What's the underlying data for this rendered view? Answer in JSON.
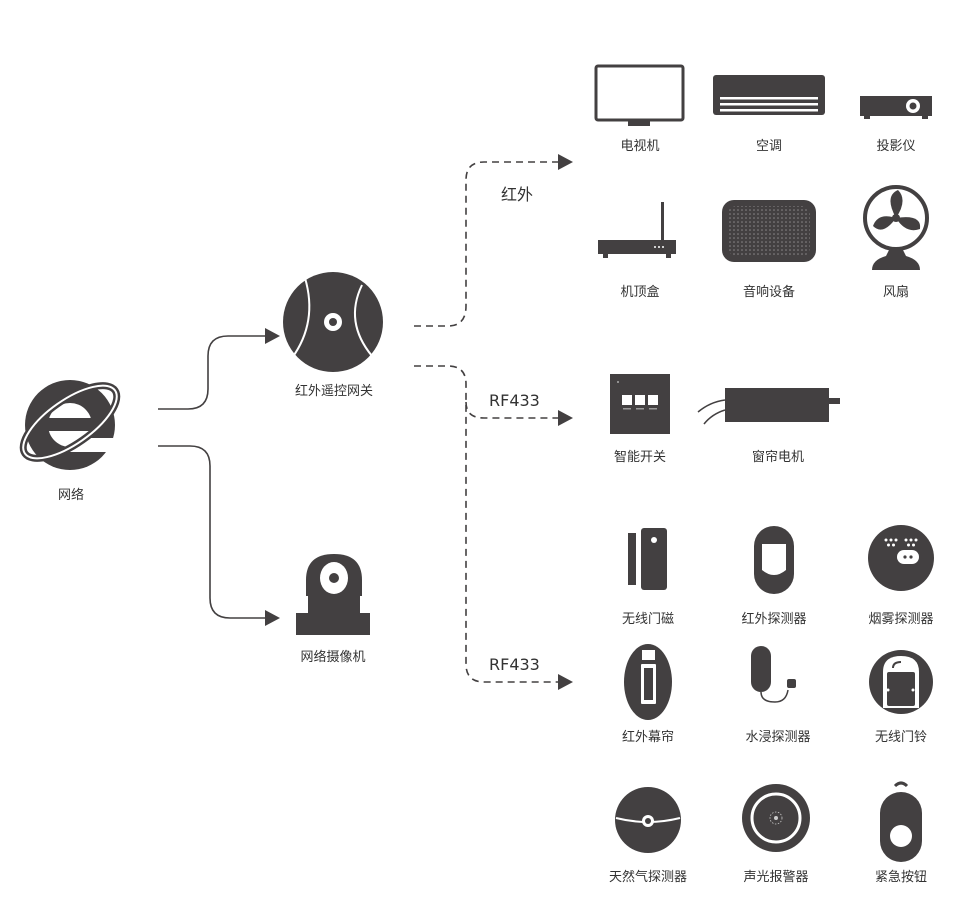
{
  "colors": {
    "icon": "#434041",
    "line": "#434041",
    "text": "#333333"
  },
  "nodes": {
    "network": "网络",
    "ir_gateway": "红外遥控网关",
    "camera": "网络摄像机"
  },
  "protocols": {
    "ir": "红外",
    "rf_switch": "RF433",
    "rf_sensor": "RF433"
  },
  "ir_devices": {
    "tv": "电视机",
    "ac": "空调",
    "projector": "投影仪",
    "settop": "机顶盒",
    "audio": "音响设备",
    "fan": "风扇"
  },
  "rf_devices": {
    "smart_switch": "智能开关",
    "curtain_motor": "窗帘电机"
  },
  "sensors": {
    "door_sensor": "无线门磁",
    "ir_detector": "红外探测器",
    "smoke_detector": "烟雾探测器",
    "ir_curtain": "红外幕帘",
    "water_detector": "水浸探测器",
    "doorbell": "无线门铃",
    "gas_detector": "天然气探测器",
    "alarm": "声光报警器",
    "sos_button": "紧急按钮"
  }
}
